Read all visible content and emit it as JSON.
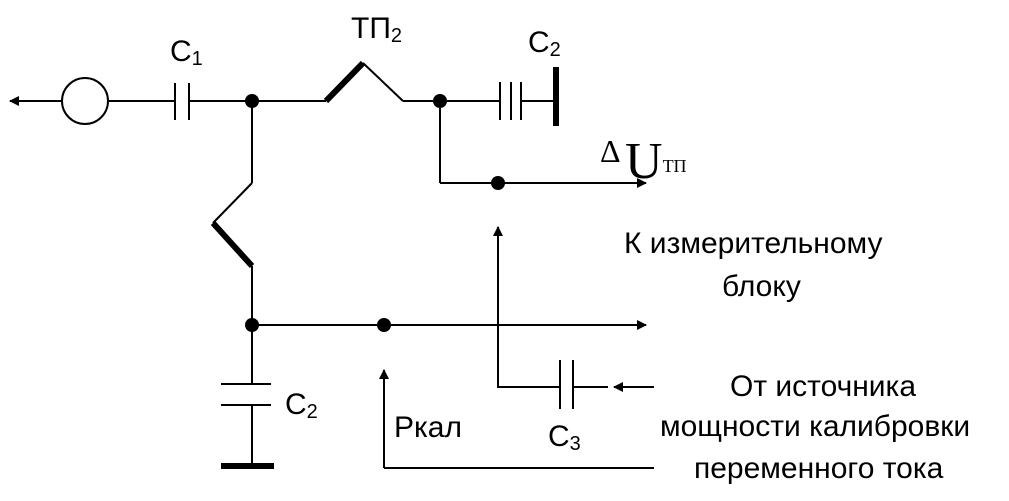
{
  "labels": {
    "c1_main": "C",
    "c1_sub": "1",
    "tp2_main": "ТП",
    "tp2_sub": "2",
    "c2_top_main": "C",
    "c2_top_sub": "2",
    "delta_symbol": "Δ",
    "u_main": "U",
    "u_sub": "ТП",
    "measure_line1": "К измерительному",
    "measure_line2": "блоку",
    "c2_bottom_main": "C",
    "c2_bottom_sub": "2",
    "pkal": "Ркал",
    "c3_main": "C",
    "c3_sub": "3",
    "source_line1": "От источника",
    "source_line2": "мощности калибровки",
    "source_line3": "переменного тока"
  },
  "colors": {
    "line": "#000000",
    "background": "#ffffff"
  }
}
